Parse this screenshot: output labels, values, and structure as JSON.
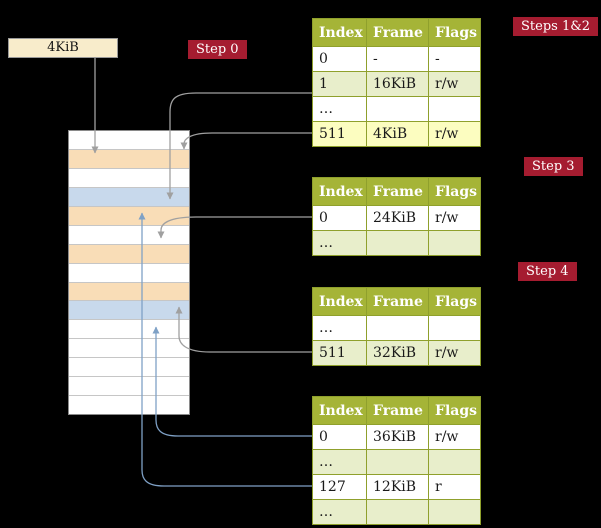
{
  "labels": {
    "root_frame": "4KiB",
    "step0": "Step 0",
    "steps_1_2": "Steps 1&2",
    "step3": "Step 3",
    "step4": "Step 4"
  },
  "colors": {
    "background": "#000000",
    "badge": "#a51c30",
    "table_header": "#a5b437",
    "table_border": "#8fa02c",
    "row_green": "#e8eecb",
    "row_yellow": "#fcfdc0",
    "memory_peach": "#f9ddb7",
    "memory_blue": "#c8d9ec",
    "root_box": "#f8eccb",
    "arrow_gray": "#a0a0a0",
    "arrow_blue": "#7fa1c6"
  },
  "tables": [
    {
      "name": "steps-1-2-table",
      "headers": [
        "Index",
        "Frame",
        "Flags"
      ],
      "rows": [
        {
          "index": "0",
          "frame": "-",
          "flags": "-",
          "bg": "white"
        },
        {
          "index": "1",
          "frame": "16KiB",
          "flags": "r/w",
          "bg": "green"
        },
        {
          "index": "…",
          "frame": "",
          "flags": "",
          "bg": "white"
        },
        {
          "index": "511",
          "frame": "4KiB",
          "flags": "r/w",
          "bg": "yellow"
        }
      ]
    },
    {
      "name": "step-3-table",
      "headers": [
        "Index",
        "Frame",
        "Flags"
      ],
      "rows": [
        {
          "index": "0",
          "frame": "24KiB",
          "flags": "r/w",
          "bg": "white"
        },
        {
          "index": "…",
          "frame": "",
          "flags": "",
          "bg": "green"
        }
      ]
    },
    {
      "name": "step-4-table",
      "headers": [
        "Index",
        "Frame",
        "Flags"
      ],
      "rows": [
        {
          "index": "…",
          "frame": "",
          "flags": "",
          "bg": "white"
        },
        {
          "index": "511",
          "frame": "32KiB",
          "flags": "r/w",
          "bg": "green"
        }
      ]
    },
    {
      "name": "final-level-table",
      "headers": [
        "Index",
        "Frame",
        "Flags"
      ],
      "rows": [
        {
          "index": "0",
          "frame": "36KiB",
          "flags": "r/w",
          "bg": "white"
        },
        {
          "index": "…",
          "frame": "",
          "flags": "",
          "bg": "green"
        },
        {
          "index": "127",
          "frame": "12KiB",
          "flags": "r",
          "bg": "white"
        },
        {
          "index": "…",
          "frame": "",
          "flags": "",
          "bg": "green"
        }
      ]
    }
  ],
  "memory_column": {
    "rows": [
      "white",
      "peach",
      "white",
      "blue",
      "peach",
      "white",
      "peach",
      "white",
      "peach",
      "blue",
      "white",
      "white",
      "white",
      "white",
      "white"
    ]
  }
}
